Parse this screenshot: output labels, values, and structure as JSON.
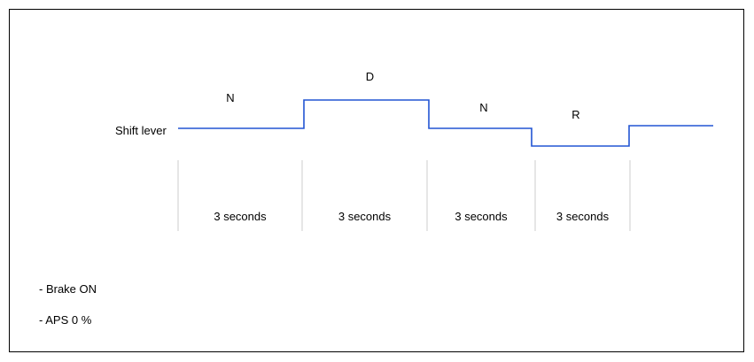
{
  "diagram": {
    "signal_label": "Shift lever",
    "colors": {
      "signal_line": "#2255d4",
      "divider_line": "#cccccc",
      "frame": "#000000"
    },
    "states": [
      {
        "label": "N",
        "level": "mid"
      },
      {
        "label": "D",
        "level": "high"
      },
      {
        "label": "N",
        "level": "mid"
      },
      {
        "label": "R",
        "level": "low"
      },
      {
        "label": "",
        "level": "mid"
      }
    ],
    "intervals": [
      {
        "label": "3 seconds"
      },
      {
        "label": "3 seconds"
      },
      {
        "label": "3 seconds"
      },
      {
        "label": "3 seconds"
      }
    ],
    "conditions": [
      "- Brake ON",
      "- APS 0 %"
    ]
  }
}
